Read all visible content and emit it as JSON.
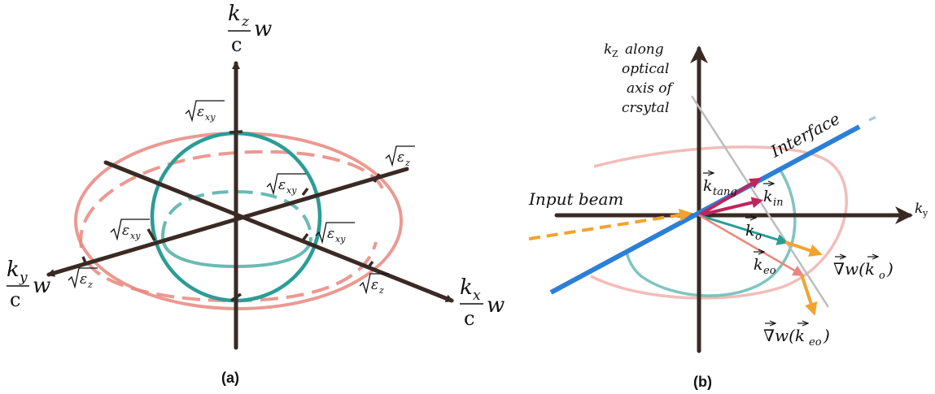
{
  "panel_a": {
    "caption": "(a)",
    "axis_z": {
      "num": "k",
      "sub": "z",
      "den": "c",
      "w": "w"
    },
    "axis_y": {
      "num": "k",
      "sub": "y",
      "den": "c",
      "w": "w"
    },
    "axis_x": {
      "num": "k",
      "sub": "x",
      "den": "c",
      "w": "w"
    },
    "eps_xy": "ε",
    "eps_xy_sub": "xy",
    "eps_z": "ε",
    "eps_z_sub": "z",
    "colors": {
      "ordinary": "#2a9d96",
      "extraordinary": "#e8877f",
      "axes": "#3a2a24"
    }
  },
  "panel_b": {
    "caption": "(b)",
    "kz_label_lines": [
      "k",
      "along",
      "optical",
      "axis of",
      "crsytal"
    ],
    "kz_sub": "Z",
    "ky_label": "k",
    "ky_sub": "y",
    "interface": "Interface",
    "input_beam": "Input beam",
    "k_tang": "k",
    "k_tang_sub": "tang",
    "k_in": "k",
    "k_in_sub": "in",
    "k_o": "k",
    "k_o_sub": "o",
    "k_eo": "k",
    "k_eo_sub": "eo",
    "grad_o": "∇w(k",
    "grad_o_sub": "o",
    "grad_eo": "∇w(k",
    "grad_eo_sub": "eo",
    "colors": {
      "interface": "#2c7fd6",
      "input": "#f2a32e",
      "k_in": "#c0245a",
      "k_o": "#2a9d96",
      "k_eo": "#e8877f"
    }
  }
}
